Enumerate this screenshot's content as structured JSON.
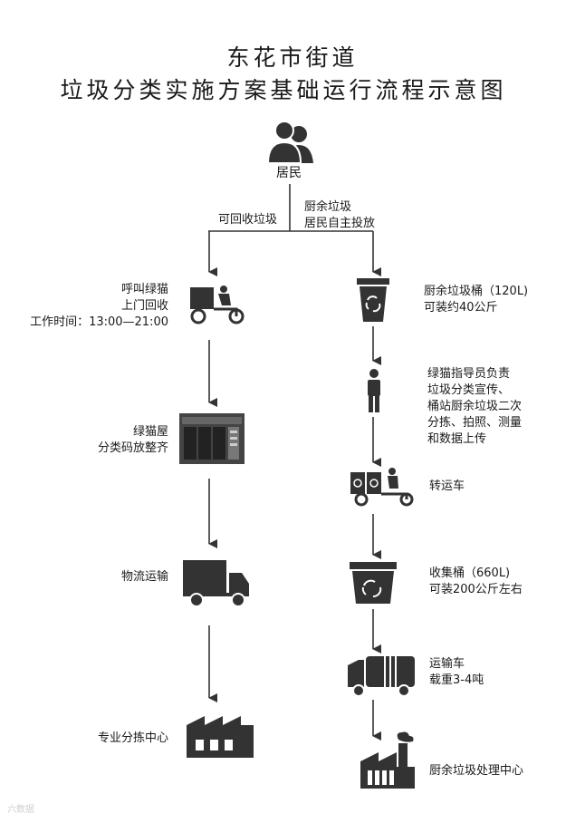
{
  "title": {
    "line1": "东花市街道",
    "line2": "垃圾分类实施方案基础运行流程示意图"
  },
  "resident": {
    "label": "居民"
  },
  "branches": {
    "left": "可回收垃圾",
    "right_line1": "厨余垃圾",
    "right_line2": "居民自主投放"
  },
  "left_flow": {
    "call": {
      "line1": "呼叫绿猫",
      "line2": "上门回收",
      "line3": "工作时间：13:00—21:00"
    },
    "house": {
      "line1": "绿猫屋",
      "line2": "分类码放整齐"
    },
    "logistics": {
      "line1": "物流运输"
    },
    "sorting": {
      "line1": "专业分拣中心"
    }
  },
  "right_flow": {
    "bin120": {
      "line1": "厨余垃圾桶（120L)",
      "line2": "可装约40公斤"
    },
    "guide": {
      "line1": "绿猫指导员负责",
      "line2": "垃圾分类宣传、",
      "line3": "桶站厨余垃圾二次",
      "line4": "分拣、拍照、测量",
      "line5": "和数据上传"
    },
    "transfer": {
      "line1": "转运车"
    },
    "bin660": {
      "line1": "收集桶（660L)",
      "line2": "可装200公斤左右"
    },
    "truck": {
      "line1": "运输车",
      "line2": "载重3-4吨"
    },
    "plant": {
      "line1": "厨余垃圾处理中心"
    }
  },
  "watermark": "六数据"
}
